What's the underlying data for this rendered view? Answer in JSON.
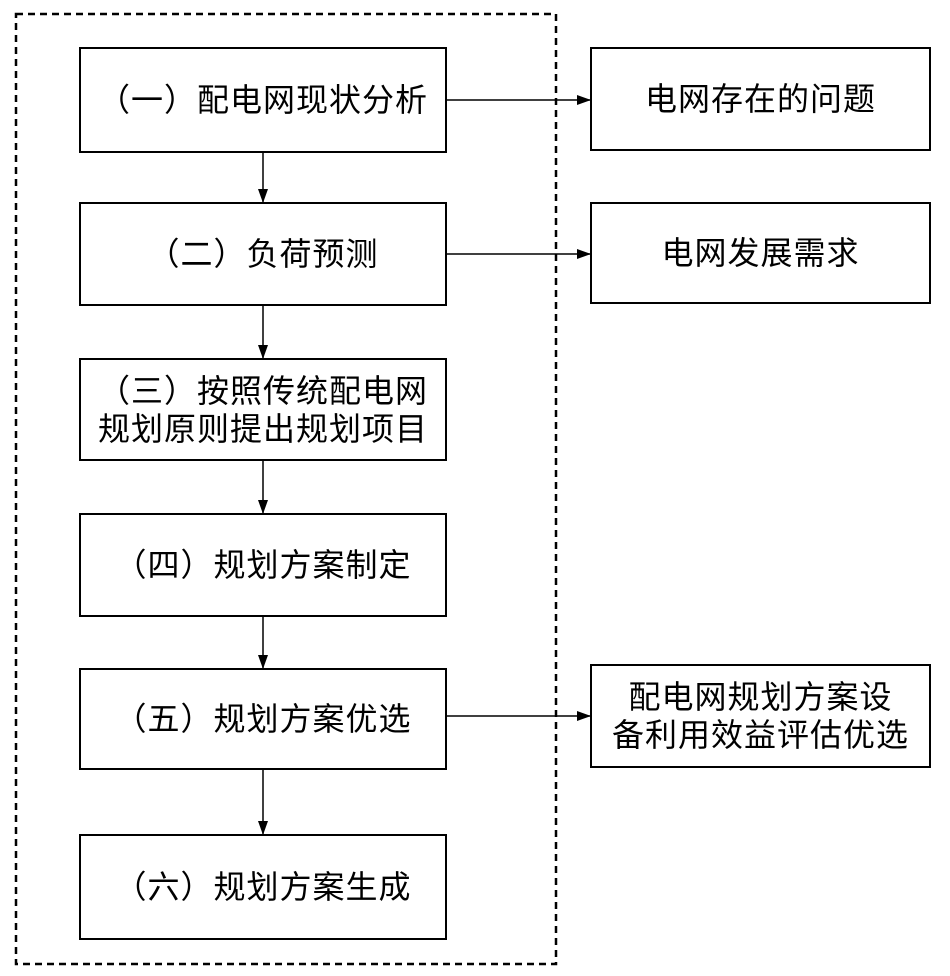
{
  "steps": [
    "（一）配电网现状分析",
    "（二）负荷预测",
    "（三）按照传统配电网\n规划原则提出规划项目",
    "（四）规划方案制定",
    "（五）规划方案优选",
    "（六）规划方案生成"
  ],
  "outputs": [
    "电网存在的问题",
    "电网发展需求",
    "配电网规划方案设\n备利用效益评估优选"
  ]
}
